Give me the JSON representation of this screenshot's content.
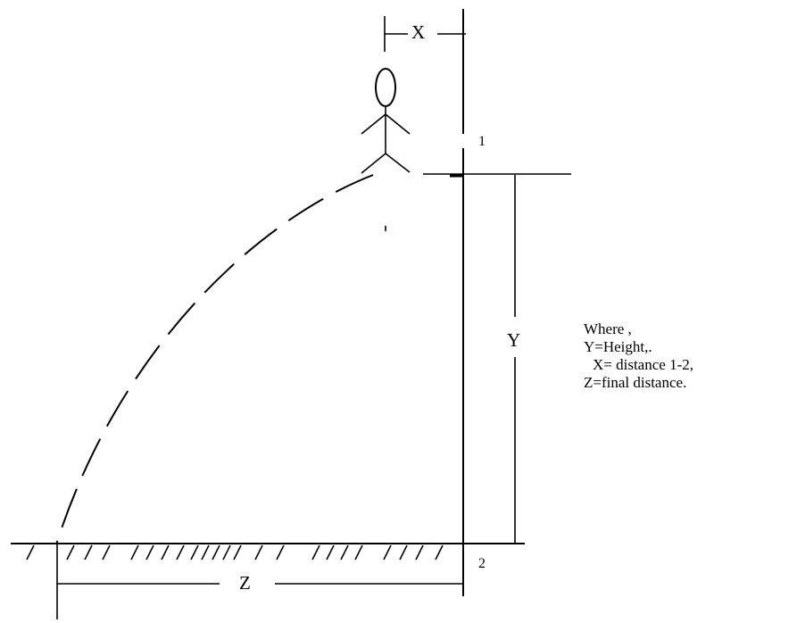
{
  "labels": {
    "x": "X",
    "y": "Y",
    "z": "Z",
    "point_1": "1",
    "point_2": "2"
  },
  "legend": {
    "line_1": "Where ,",
    "line_2": "Y=Height,.",
    "line_3": "X= distance 1-2,",
    "line_4": "Z=final distance."
  }
}
